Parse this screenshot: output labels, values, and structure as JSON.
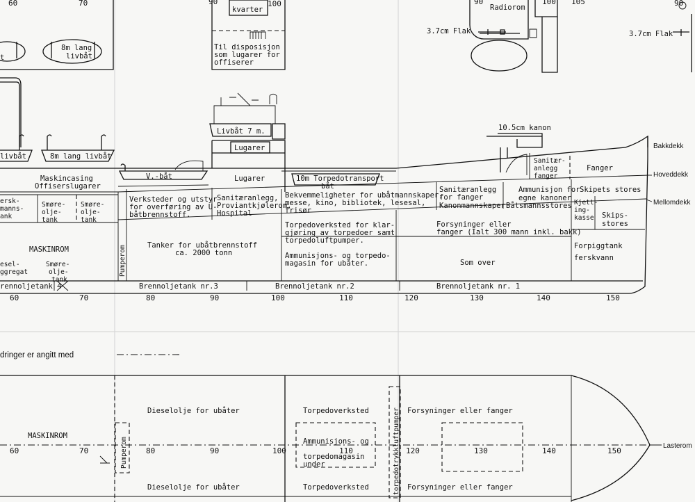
{
  "top_strip": {
    "ticks": [
      "60",
      "70",
      "90",
      "100",
      "90",
      "100",
      "105",
      "90"
    ],
    "kvarter": "kvarter",
    "disposisjon": [
      "Til disposisjon",
      "som lugarer for",
      "offiserer"
    ],
    "livbat_8m": [
      "8m lang",
      "livbåt"
    ],
    "radiorom": "Radiorom",
    "flak_left": "3.7cm Flak",
    "flak_right": "3.7cm Flak",
    "partial_t": "t"
  },
  "profile": {
    "decks": [
      "Bakkdekk",
      "Hoveddekk",
      "Mellomdekk"
    ],
    "boats": {
      "left": "livbåt",
      "mid": "8m lang livbåt",
      "vbat": "V.-båt",
      "livbat7": "Livbåt 7 m.",
      "torpedo": [
        "10m Torpedotransport",
        "båt"
      ]
    },
    "kanon": "10.5cm kanon",
    "rooms": {
      "maskincasing": [
        "Maskincasing",
        "Offiserslugarer"
      ],
      "lugarer_upper": "Lugarer",
      "lugarer": "Lugarer",
      "fanger_top": "Fanger",
      "sanitar_top": [
        "Sanitær-",
        "anlegg",
        "fanger"
      ],
      "ersk": [
        "ersk-",
        "manns-",
        "ank"
      ],
      "smore1": [
        "Smøre-",
        "olje-",
        "tank"
      ],
      "smore2": [
        "Smøre-",
        "olje-",
        "tank"
      ],
      "verksteder": [
        "Verksteder og utstyr",
        "for overføring av U-",
        "båtbrennstoff."
      ],
      "sanitar_prov": [
        "Sanitæranlegg,",
        "Proviantkjølerom,",
        "Hospital"
      ],
      "bekvem": [
        "Bekvemmeligheter for ubåtmannskaper,",
        "messe, kino, bibliotek, lesesal,",
        "frisør"
      ],
      "sanitar_mid": [
        "Sanitæranlegg",
        "for fanger"
      ],
      "kanonmann": "Kanonmannskaper",
      "ammunisjon_egne": [
        "Ammunisjon for",
        "egne kanoner"
      ],
      "batsmann": "Båtsmannsstores",
      "skipets": "Skipets stores",
      "kjett": [
        "Kjett-",
        "ing-",
        "kasse"
      ],
      "skips_stores": [
        "Skips-",
        "stores"
      ],
      "maskinrom": "MASKINROM",
      "pumperom": "Pumperom",
      "tanker": [
        "Tanker for ubåtbrennstoff",
        "ca. 2000 tonn"
      ],
      "torpedoverksted": [
        "Torpedoverksted for klar-",
        "gjøring av torpedoer samt",
        "torpedoluftpumper."
      ],
      "forsyninger": [
        "Forsyninger eller",
        "fanger (Ialt 300 mann inkl. bakk)"
      ],
      "ammunisjon_torp": [
        "Ammunisjons- og torpedo-",
        "magasin for ubåter."
      ],
      "som_over": "Som over",
      "forpigg": [
        "Forpiggtank",
        "ferskvann"
      ],
      "diesel": [
        "esel-",
        "ggregat"
      ],
      "smore3": [
        "Smøre-",
        "olje-",
        "tank"
      ]
    },
    "tanks": [
      "rennoljetank 4",
      "Brennoljetank nr.3",
      "Brennoljetank nr.2",
      "Brennoljetank nr. 1"
    ],
    "ticks": [
      "60",
      "70",
      "80",
      "90",
      "100",
      "110",
      "120",
      "130",
      "140",
      "150"
    ]
  },
  "legend": "dringer er angitt med",
  "plan": {
    "maskinrom": "MASKINROM",
    "pumperom": "Pumperom",
    "diesel_top": "Dieselolje for ubåter",
    "diesel_bottom": "Dieselolje for ubåter",
    "torp_top": "Torpedoverksted",
    "torp_bottom": "Torpedoverksted",
    "ammo": [
      "Ammunisjons- og",
      "torpedomagasin",
      "under"
    ],
    "luft": "torpedotrykkluftpumper",
    "forsyn_top": "Forsyninger eller fanger",
    "forsyn_bottom": "Forsyninger eller fanger",
    "lasterom": "Lasterom",
    "ticks": [
      "60",
      "70",
      "80",
      "90",
      "100",
      "110",
      "120",
      "130",
      "140",
      "150"
    ]
  }
}
